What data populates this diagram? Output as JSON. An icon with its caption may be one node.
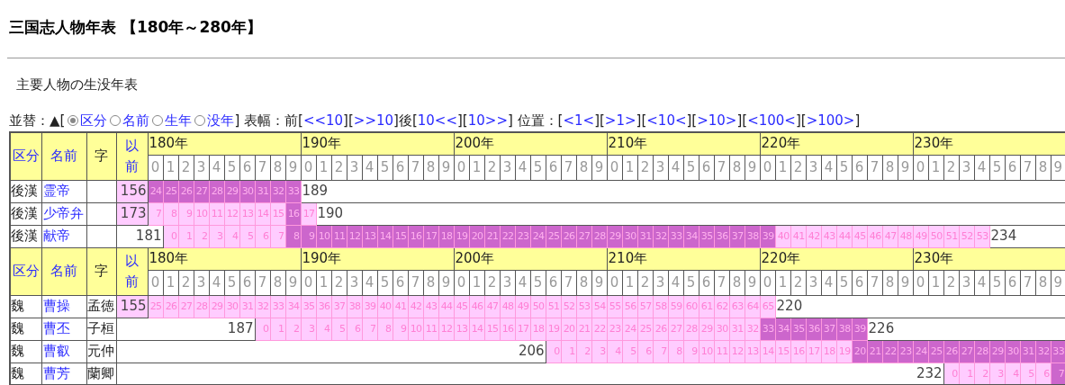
{
  "diagram": {
    "title": "三国志人物年表 【180年～280年】",
    "labels": [
      "主要人物の生没年表",
      "並替：▲[",
      "区分",
      "名前",
      "生年",
      "没年",
      "] 表幅：前[",
      "<<10",
      "][",
      ">>10",
      "]後[",
      "10<<",
      "][",
      "10>>",
      "] 位置：[",
      "<1<",
      "][",
      ">1>",
      "][",
      "<10<",
      "][",
      ">10>",
      "][",
      "<100<",
      "][",
      ">100>",
      "]",
      "区分",
      "名前",
      "字",
      "以前",
      "180年",
      "190年",
      "200年",
      "210年",
      "220年",
      "230年",
      "0",
      "1",
      "2",
      "3",
      "4",
      "5",
      "6",
      "7",
      "8",
      "9",
      "0",
      "1",
      "2",
      "3",
      "4",
      "5",
      "6",
      "7",
      "8",
      "9",
      "0",
      "1",
      "2",
      "3",
      "4",
      "5",
      "6",
      "7",
      "8",
      "9",
      "0",
      "1",
      "2",
      "3",
      "4",
      "5",
      "6",
      "7",
      "8",
      "9",
      "0",
      "1",
      "2",
      "3",
      "4",
      "5",
      "6",
      "7",
      "8",
      "9",
      "0",
      "1",
      "2",
      "3",
      "4",
      "5",
      "6",
      "7",
      "8",
      "9",
      "後漢",
      "霊帝",
      "156",
      "24",
      "25",
      "26",
      "27",
      "28",
      "29",
      "30",
      "31",
      "32",
      "33",
      "189",
      "後漢",
      "少帝弁",
      "173",
      "7",
      "8",
      "9",
      "10",
      "11",
      "12",
      "13",
      "14",
      "15",
      "16",
      "17",
      "190",
      "後漢",
      "献帝",
      "181",
      "0",
      "1",
      "2",
      "3",
      "4",
      "5",
      "6",
      "7",
      "8",
      "9",
      "10",
      "11",
      "12",
      "13",
      "14",
      "15",
      "16",
      "17",
      "18",
      "19",
      "20",
      "21",
      "22",
      "23",
      "24",
      "25",
      "26",
      "27",
      "28",
      "29",
      "30",
      "31",
      "32",
      "33",
      "34",
      "35",
      "36",
      "37",
      "38",
      "39",
      "40",
      "41",
      "42",
      "43",
      "44",
      "45",
      "46",
      "47",
      "48",
      "49",
      "50",
      "51",
      "52",
      "53",
      "234",
      "区分",
      "名前",
      "字",
      "以前",
      "180年",
      "190年",
      "200年",
      "210年",
      "220年",
      "230年",
      "0",
      "1",
      "2",
      "3",
      "4",
      "5",
      "6",
      "7",
      "8",
      "9",
      "0",
      "1",
      "2",
      "3",
      "4",
      "5",
      "6",
      "7",
      "8",
      "9",
      "0",
      "1",
      "2",
      "3",
      "4",
      "5",
      "6",
      "7",
      "8",
      "9",
      "0",
      "1",
      "2",
      "3",
      "4",
      "5",
      "6",
      "7",
      "8",
      "9",
      "0",
      "1",
      "2",
      "3",
      "4",
      "5",
      "6",
      "7",
      "8",
      "9",
      "0",
      "1",
      "2",
      "3",
      "4",
      "5",
      "6",
      "7",
      "8",
      "9",
      "魏",
      "曹操",
      "孟徳",
      "155",
      "25",
      "26",
      "27",
      "28",
      "29",
      "30",
      "31",
      "32",
      "33",
      "34",
      "35",
      "36",
      "37",
      "38",
      "39",
      "40",
      "41",
      "42",
      "43",
      "44",
      "45",
      "46",
      "47",
      "48",
      "49",
      "50",
      "51",
      "52",
      "53",
      "54",
      "55",
      "56",
      "57",
      "58",
      "59",
      "60",
      "61",
      "62",
      "63",
      "64",
      "65",
      "220",
      "魏",
      "曹丕",
      "子桓",
      "187",
      "0",
      "1",
      "2",
      "3",
      "4",
      "5",
      "6",
      "7",
      "8",
      "9",
      "10",
      "11",
      "12",
      "13",
      "14",
      "15",
      "16",
      "17",
      "18",
      "19",
      "20",
      "21",
      "22",
      "23",
      "24",
      "25",
      "26",
      "27",
      "28",
      "29",
      "30",
      "31",
      "32",
      "33",
      "34",
      "35",
      "36",
      "37",
      "38",
      "39",
      "226",
      "魏",
      "曹叡",
      "元仲",
      "206",
      "0",
      "1",
      "2",
      "3",
      "4",
      "5",
      "6",
      "7",
      "8",
      "9",
      "10",
      "11",
      "12",
      "13",
      "14",
      "15",
      "16",
      "17",
      "18",
      "19",
      "20",
      "21",
      "22",
      "23",
      "24",
      "25",
      "26",
      "27",
      "28",
      "29",
      "30",
      "31",
      "32",
      "33",
      "魏",
      "曹芳",
      "蘭卿",
      "232",
      "0",
      "1",
      "2",
      "3",
      "4",
      "5",
      "6",
      "7"
    ]
  }
}
